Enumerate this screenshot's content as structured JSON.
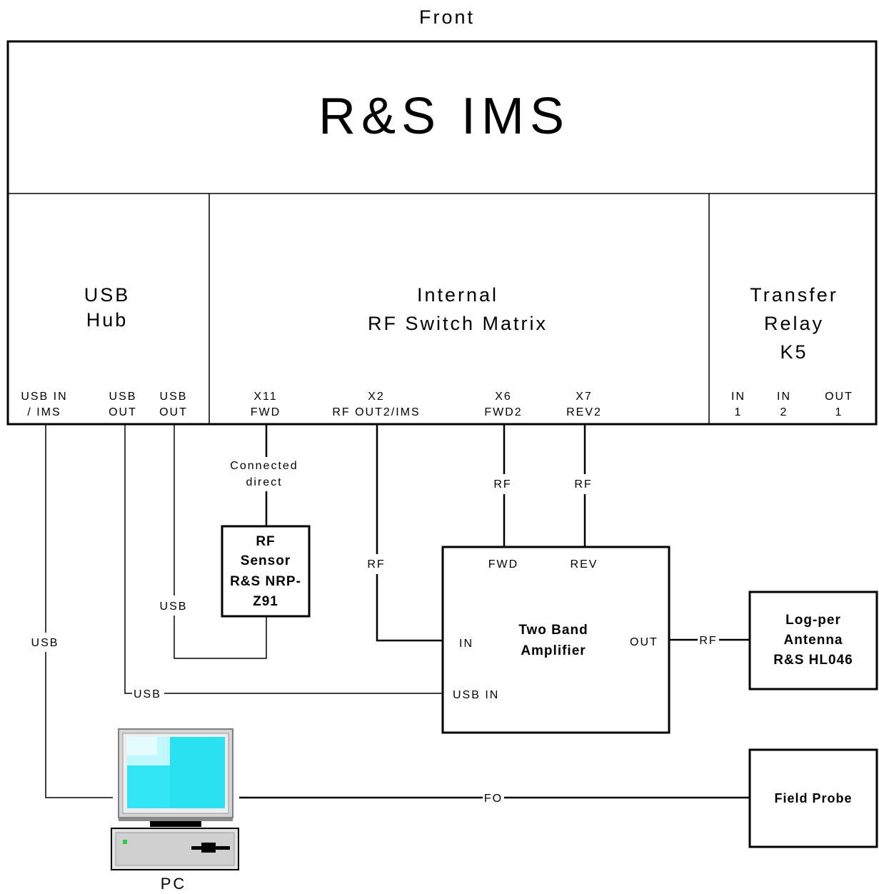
{
  "front_label": "Front",
  "ims": {
    "title": "R&S IMS",
    "usb_hub": {
      "line1": "USB",
      "line2": "Hub",
      "ports": [
        {
          "line1": "USB IN",
          "line2": "/ IMS"
        },
        {
          "line1": "USB",
          "line2": "OUT"
        },
        {
          "line1": "USB",
          "line2": "OUT"
        }
      ]
    },
    "switch_matrix": {
      "line1": "Internal",
      "line2": "RF Switch Matrix",
      "ports": [
        {
          "line1": "X11",
          "line2": "FWD"
        },
        {
          "line1": "X2",
          "line2": "RF OUT2/IMS"
        },
        {
          "line1": "X6",
          "line2": "FWD2"
        },
        {
          "line1": "X7",
          "line2": "REV2"
        }
      ]
    },
    "transfer_relay": {
      "line1": "Transfer",
      "line2": "Relay",
      "line3": "K5",
      "ports": [
        {
          "line1": "IN",
          "line2": "1"
        },
        {
          "line1": "IN",
          "line2": "2"
        },
        {
          "line1": "OUT",
          "line2": "1"
        }
      ]
    }
  },
  "rf_sensor": {
    "line1": "RF",
    "line2": "Sensor",
    "line3": "R&S NRP-",
    "line4": "Z91"
  },
  "amplifier": {
    "line1": "Two Band",
    "line2": "Amplifier",
    "port_fwd": "FWD",
    "port_rev": "REV",
    "port_in": "IN",
    "port_out": "OUT",
    "port_usb_in": "USB IN"
  },
  "antenna": {
    "line1": "Log-per",
    "line2": "Antenna",
    "line3": "R&S HL046"
  },
  "field_probe": "Field Probe",
  "pc_label": "PC",
  "connections": {
    "sensor_note_1": "Connected",
    "sensor_note_2": "direct",
    "rf_fwd": "RF",
    "rf_rev": "RF",
    "rf_x2": "RF",
    "usb_sensor": "USB",
    "usb_pc": "USB",
    "usb_amp": "USB",
    "rf_antenna": "RF",
    "fo": "FO"
  },
  "colors": {
    "monitor_screen": "#33e6f5",
    "monitor_bezel": "#c8c8c8",
    "pc_base": "#cccccc",
    "pc_led": "#2ecc40"
  }
}
